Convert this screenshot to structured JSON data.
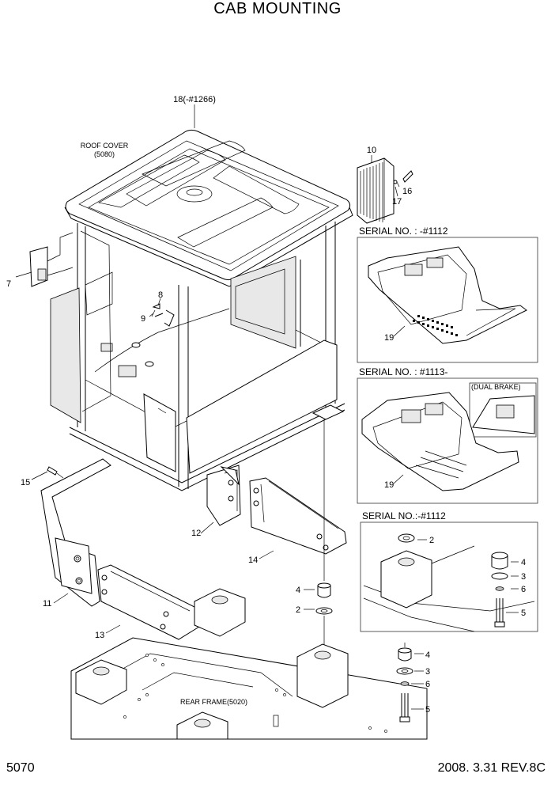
{
  "title": "CAB MOUNTING",
  "footer": {
    "page": "5070",
    "revision": "2008. 3.31  REV.8C"
  },
  "labels": {
    "cab": "18(-#1266)",
    "roof_cover": "ROOF COVER",
    "roof_cover_ref": "(5080)",
    "filter": "10",
    "filter_clip": "16",
    "filter_pin": "17",
    "mirror": "7",
    "bolt": "8",
    "washer": "9",
    "side_cover_right": "12",
    "side_cover_rear": "14",
    "under_cover_left": "11",
    "under_cover_front": "13",
    "screw": "15",
    "mount_upper": "4",
    "mount_lower": "2",
    "mount_washer": "3",
    "mount_nut": "6",
    "mount_bolt": "5",
    "rear_frame": "REAR FRAME(5020)"
  },
  "insets": [
    {
      "header": "SERIAL NO. : -#1112",
      "part": "19"
    },
    {
      "header": "SERIAL NO. : #1113-",
      "part": "19",
      "note": "(DUAL BRAKE)"
    },
    {
      "header": "SERIAL NO.:-#1112",
      "parts": [
        "2",
        "4",
        "3",
        "6",
        "5"
      ]
    }
  ]
}
